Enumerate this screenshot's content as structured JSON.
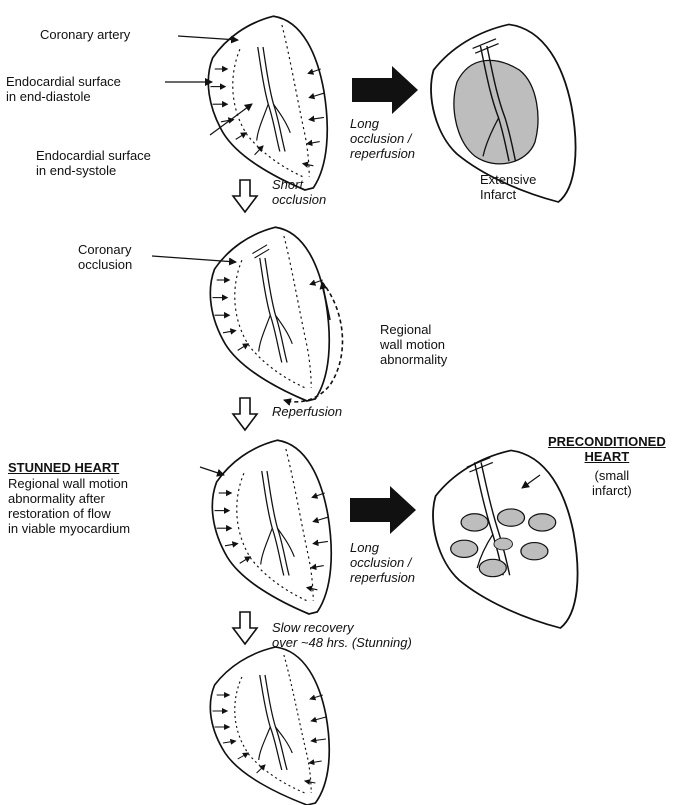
{
  "labels": {
    "coronary_artery": "Coronary artery",
    "endo_diastole": [
      "Endocardial surface",
      "in end-diastole"
    ],
    "endo_systole": [
      "Endocardial surface",
      "in end-systole"
    ],
    "long_occlusion_top": [
      "Long",
      "occlusion /",
      "reperfusion"
    ],
    "extensive_infarct": [
      "Extensive",
      "Infarct"
    ],
    "short_occlusion": [
      "Short",
      "occlusion"
    ],
    "coronary_occlusion": [
      "Coronary",
      "occlusion"
    ],
    "regional_wma": [
      "Regional",
      "wall motion",
      "abnormality"
    ],
    "reperfusion": "Reperfusion",
    "stunned_title": "STUNNED HEART",
    "stunned_desc": [
      "Regional wall motion",
      "abnormality after",
      "restoration of flow",
      "in viable myocardium"
    ],
    "preconditioned_title": [
      "PRECONDITIONED",
      "HEART"
    ],
    "small_infarct": [
      "(small",
      "infarct)"
    ],
    "long_occlusion_bottom": [
      "Long",
      "occlusion /",
      "reperfusion"
    ],
    "slow_recovery": [
      "Slow recovery",
      "over ~48 hrs. (Stunning)"
    ]
  },
  "colors": {
    "ink": "#111111",
    "infarct_fill": "#bdbdbd"
  }
}
